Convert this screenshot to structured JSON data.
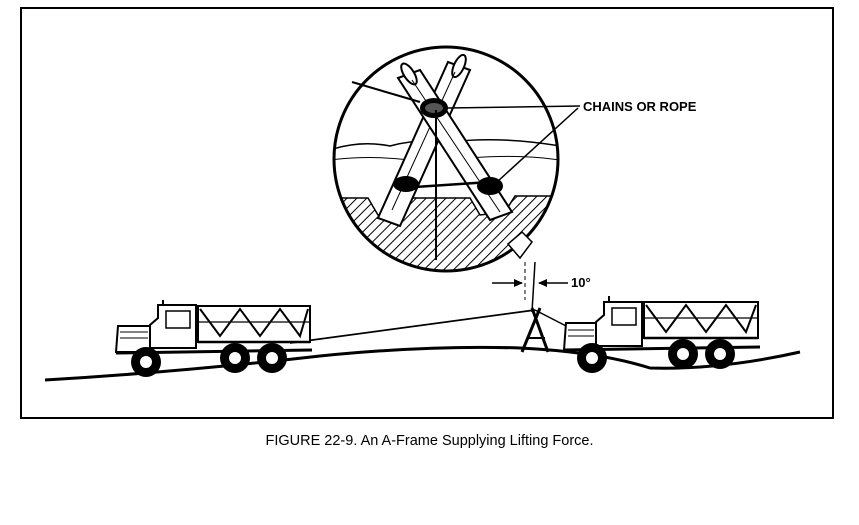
{
  "figure": {
    "callout_chains": "CHAINS OR ROPE",
    "callout_angle": "10°",
    "caption": "FIGURE 22-9.  An A-Frame Supplying Lifting Force."
  }
}
